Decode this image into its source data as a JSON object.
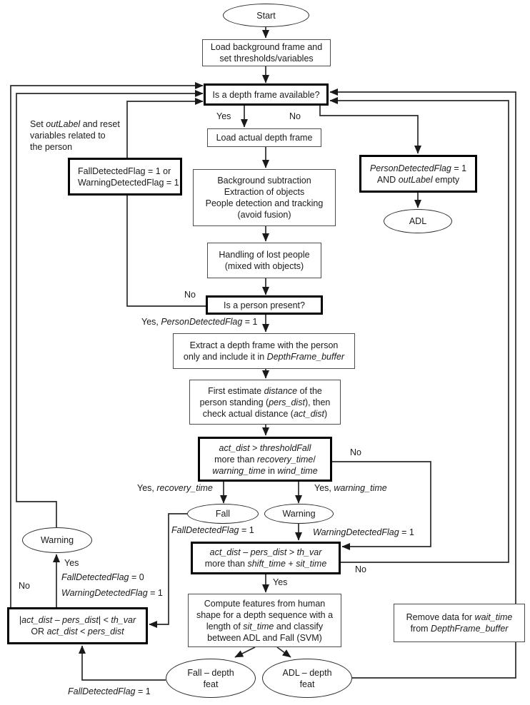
{
  "colors": {
    "line": "#2a2a2a",
    "bold_border": "#000000",
    "thin_border": "#4d4d4d",
    "background": "#ffffff"
  },
  "diagram": {
    "nodes": {
      "start": {
        "text": [
          {
            "t": "Start"
          }
        ]
      },
      "load_bg": {
        "text": [
          {
            "t": "Load background frame and"
          },
          {
            "br": true
          },
          {
            "t": "set thresholds/variables"
          }
        ]
      },
      "depth_check": {
        "text": [
          {
            "t": "Is a depth frame available?"
          }
        ]
      },
      "load_actual": {
        "text": [
          {
            "t": "Load actual depth frame"
          }
        ]
      },
      "bg_sub": {
        "text": [
          {
            "t": "Background subtraction"
          },
          {
            "br": true
          },
          {
            "t": "Extraction of objects"
          },
          {
            "br": true
          },
          {
            "t": "People detection and tracking"
          },
          {
            "br": true
          },
          {
            "t": "(avoid fusion)"
          }
        ]
      },
      "handling": {
        "text": [
          {
            "t": "Handling of lost people"
          },
          {
            "br": true
          },
          {
            "t": "(mixed with objects)"
          }
        ]
      },
      "person_present": {
        "text": [
          {
            "t": "Is a person present?"
          }
        ]
      },
      "extract": {
        "text": [
          {
            "t": "Extract a depth frame with the person"
          },
          {
            "br": true
          },
          {
            "t": "only and include it in "
          },
          {
            "t": "DepthFrame_buffer",
            "i": true
          }
        ]
      },
      "estimate": {
        "text": [
          {
            "t": "First estimate "
          },
          {
            "t": "distance",
            "i": true
          },
          {
            "t": " of the"
          },
          {
            "br": true
          },
          {
            "t": "person standing ("
          },
          {
            "t": "pers_dist",
            "i": true
          },
          {
            "t": "), then"
          },
          {
            "br": true
          },
          {
            "t": "check actual distance ("
          },
          {
            "t": "act_dist",
            "i": true
          },
          {
            "t": ")"
          }
        ]
      },
      "threshold_fall": {
        "text": [
          {
            "t": "act_dist",
            "i": true
          },
          {
            "t": " > "
          },
          {
            "t": "thresholdFall",
            "i": true
          },
          {
            "br": true
          },
          {
            "t": "more than "
          },
          {
            "t": "recovery_time",
            "i": true
          },
          {
            "t": "/"
          },
          {
            "br": true
          },
          {
            "t": "warning_time",
            "i": true
          },
          {
            "t": " in "
          },
          {
            "t": "wind_time",
            "i": true
          }
        ]
      },
      "fall": {
        "text": [
          {
            "t": "Fall"
          }
        ]
      },
      "warning": {
        "text": [
          {
            "t": "Warning"
          }
        ]
      },
      "th_var_check": {
        "text": [
          {
            "t": "act_dist",
            "i": true
          },
          {
            "t": " – "
          },
          {
            "t": "pers_dist",
            "i": true
          },
          {
            "t": " > "
          },
          {
            "t": "th_var",
            "i": true
          },
          {
            "br": true
          },
          {
            "t": "more than "
          },
          {
            "t": "shift_time",
            "i": true
          },
          {
            "t": " + "
          },
          {
            "t": "sit_time",
            "i": true
          }
        ]
      },
      "compute": {
        "text": [
          {
            "t": "Compute features from human"
          },
          {
            "br": true
          },
          {
            "t": "shape for a depth sequence with a"
          },
          {
            "br": true
          },
          {
            "t": "length of "
          },
          {
            "t": "sit_time",
            "i": true
          },
          {
            "t": " and classify"
          },
          {
            "br": true
          },
          {
            "t": "between ADL and Fall (SVM)"
          }
        ]
      },
      "fall_depth": {
        "text": [
          {
            "t": "Fall – depth"
          },
          {
            "br": true
          },
          {
            "t": "feat"
          }
        ]
      },
      "adl_depth": {
        "text": [
          {
            "t": "ADL – depth"
          },
          {
            "br": true
          },
          {
            "t": "feat"
          }
        ]
      },
      "person_detected": {
        "text": [
          {
            "t": "PersonDetectedFlag",
            "i": true
          },
          {
            "t": " = 1"
          },
          {
            "br": true
          },
          {
            "t": "AND "
          },
          {
            "t": "outLabel",
            "i": true
          },
          {
            "t": " empty"
          }
        ]
      },
      "adl": {
        "text": [
          {
            "t": "ADL"
          }
        ]
      },
      "remove_data": {
        "text": [
          {
            "t": "Remove data for "
          },
          {
            "t": "wait_time",
            "i": true
          },
          {
            "br": true
          },
          {
            "t": "from "
          },
          {
            "t": "DepthFrame_buffer",
            "i": true
          }
        ]
      },
      "recovery_check": {
        "text": [
          {
            "t": "|"
          },
          {
            "t": "act_dist",
            "i": true
          },
          {
            "t": " – "
          },
          {
            "t": "pers_dist",
            "i": true
          },
          {
            "t": "| < "
          },
          {
            "t": "th_var",
            "i": true
          },
          {
            "br": true
          },
          {
            "t": "OR "
          },
          {
            "t": "act_dist",
            "i": true
          },
          {
            "t": " < "
          },
          {
            "t": "pers_dist",
            "i": true
          }
        ]
      },
      "warning_left": {
        "text": [
          {
            "t": "Warning"
          }
        ]
      },
      "set_outlabel": {
        "text": [
          {
            "t": "Set "
          },
          {
            "t": "outLabel",
            "i": true
          },
          {
            "t": " and reset"
          },
          {
            "br": true
          },
          {
            "t": "variables related to"
          },
          {
            "br": true
          },
          {
            "t": "the person"
          }
        ]
      },
      "fallflag_box": {
        "text": [
          {
            "t": "FallDetectedFlag = 1 or"
          },
          {
            "br": true
          },
          {
            "t": "WarningDetectedFlag = 1"
          }
        ]
      }
    },
    "labels": {
      "yes_depth": [
        {
          "t": "Yes"
        }
      ],
      "no_depth": [
        {
          "t": "No"
        }
      ],
      "no_person": [
        {
          "t": "No"
        }
      ],
      "yes_person": [
        {
          "t": "Yes, "
        },
        {
          "t": "PersonDetectedFlag",
          "i": true
        },
        {
          "t": " = 1"
        }
      ],
      "yes_recovery": [
        {
          "t": "Yes, "
        },
        {
          "t": "recovery_time",
          "i": true
        }
      ],
      "yes_warning": [
        {
          "t": "Yes, "
        },
        {
          "t": "warning_time",
          "i": true
        }
      ],
      "no_threshold": [
        {
          "t": "No"
        }
      ],
      "fall_flag_set": [
        {
          "t": "FallDetectedFlag",
          "i": true
        },
        {
          "t": " = 1"
        }
      ],
      "warning_flag_set": [
        {
          "t": "WarningDetectedFlag",
          "i": true
        },
        {
          "t": " = 1"
        }
      ],
      "no_thvar": [
        {
          "t": "No"
        }
      ],
      "yes_thvar": [
        {
          "t": "Yes"
        }
      ],
      "yes_recovery_check": [
        {
          "t": "Yes"
        }
      ],
      "fall_flag_reset": [
        {
          "t": "FallDetectedFlag",
          "i": true
        },
        {
          "t": " = 0"
        }
      ],
      "warning_flag_set2": [
        {
          "t": "WarningDetectedFlag",
          "i": true
        },
        {
          "t": " = 1"
        }
      ],
      "no_recovery_check": [
        {
          "t": "No"
        }
      ],
      "fall_flag_bottom": [
        {
          "t": "FallDetectedFlag",
          "i": true
        },
        {
          "t": " = 1"
        }
      ]
    }
  }
}
